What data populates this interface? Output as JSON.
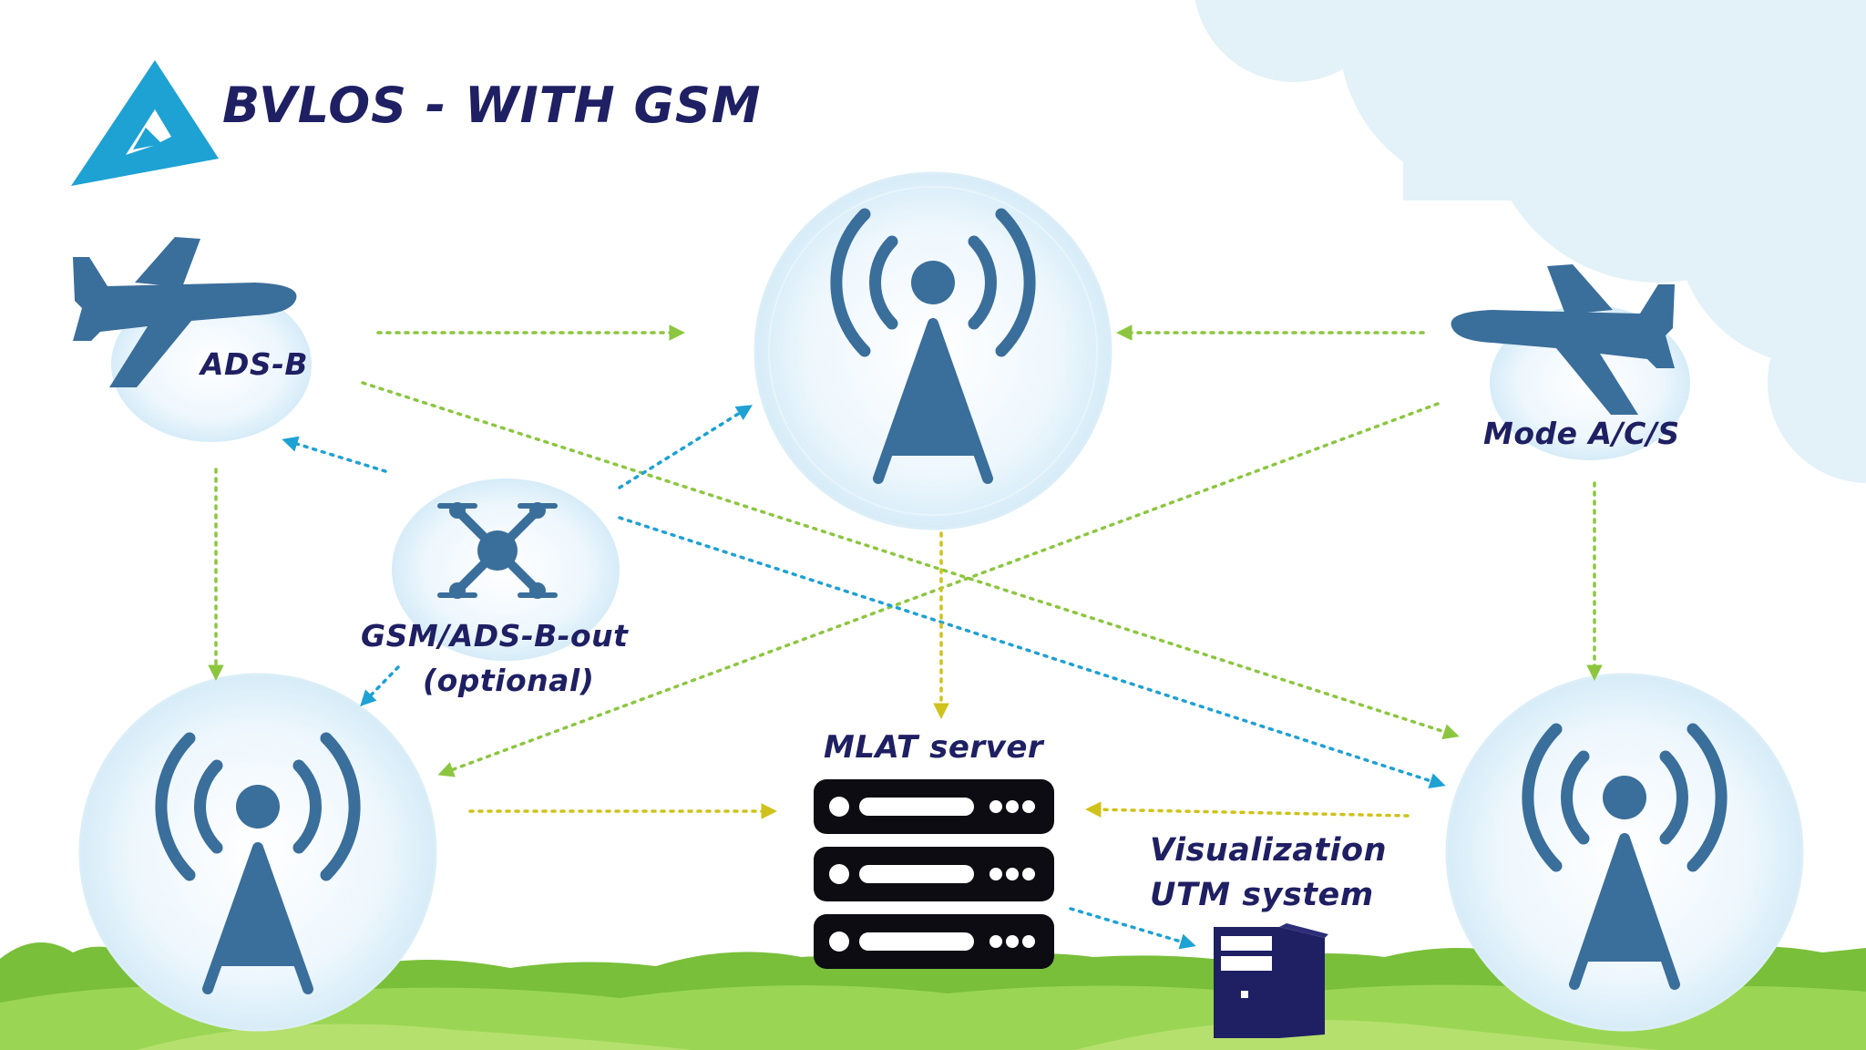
{
  "header": {
    "title": "BVLOS - WITH GSM",
    "logo": "triangle-a-logo"
  },
  "nodes": {
    "aircraft_left": {
      "label": "ADS-B",
      "icon": "airplane-icon"
    },
    "aircraft_right": {
      "label": "Mode A/C/S",
      "icon": "airplane-icon"
    },
    "drone": {
      "label_line1": "GSM/ADS-B-out",
      "label_line2": "(optional)",
      "icon": "drone-icon"
    },
    "tower_top": {
      "icon": "radio-tower-icon"
    },
    "tower_left": {
      "icon": "radio-tower-icon"
    },
    "tower_right": {
      "icon": "radio-tower-icon"
    },
    "server": {
      "label": "MLAT server",
      "icon": "server-rack-icon"
    },
    "utm": {
      "label_line1": "Visualization",
      "label_line2": "UTM system",
      "icon": "computer-tower-icon"
    }
  },
  "colors": {
    "text": "#1f1f63",
    "icon_blue": "#3a6e9b",
    "green_link": "#8cc63f",
    "blue_link": "#1ea1d3",
    "yellow_link": "#cfc21a",
    "halo": "#dff0fa",
    "grass": "#8fd14f",
    "logo": "#1ea1d3"
  }
}
